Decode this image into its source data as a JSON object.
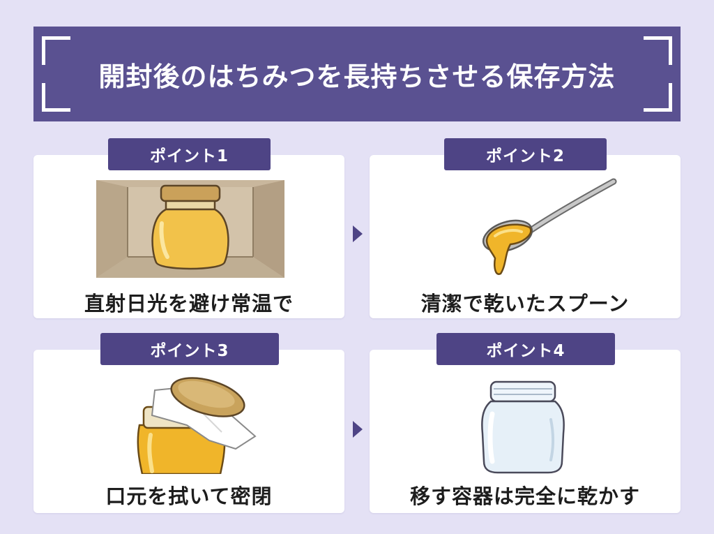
{
  "title": "開封後のはちみつを長持ちさせる保存方法",
  "colors": {
    "background": "#e4e1f5",
    "banner": "#5a5191",
    "badge": "#4e4485",
    "card": "#ffffff",
    "honey": "#f0b52a"
  },
  "points": [
    {
      "badge": "ポイント1",
      "caption": "直射日光を避け常温で",
      "icon": "honey-jar-in-dark-corner"
    },
    {
      "badge": "ポイント2",
      "caption": "清潔で乾いたスプーン",
      "icon": "spoon-with-honey"
    },
    {
      "badge": "ポイント3",
      "caption": "口元を拭いて密閉",
      "icon": "honey-jar-wiping-rim"
    },
    {
      "badge": "ポイント4",
      "caption": "移す容器は完全に乾かす",
      "icon": "empty-glass-jar"
    }
  ]
}
